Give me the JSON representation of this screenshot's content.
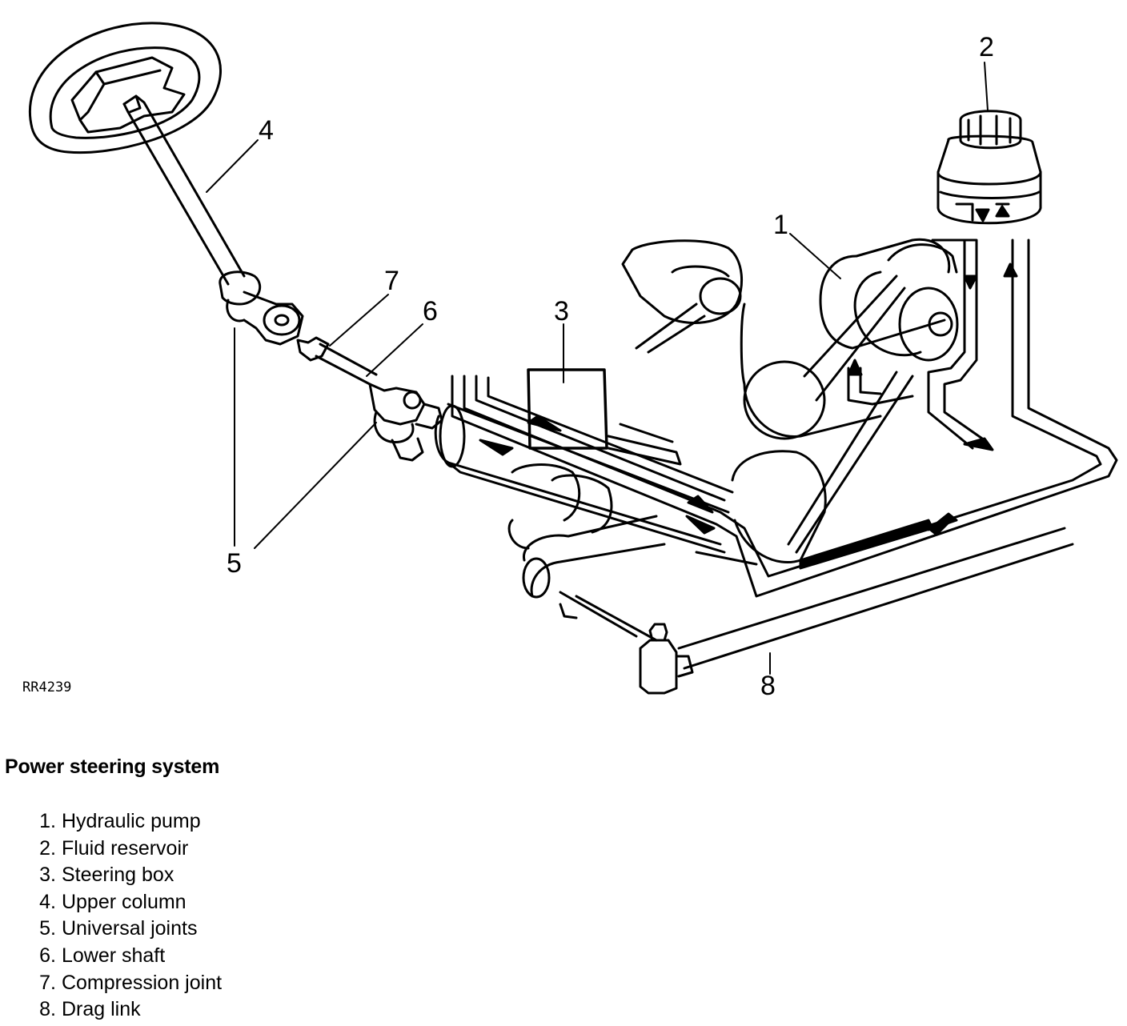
{
  "figure_code": "RR4239",
  "caption_title": "Power steering system",
  "callouts": [
    "1",
    "2",
    "3",
    "4",
    "5",
    "6",
    "7",
    "8"
  ],
  "legend": [
    {
      "num": "1.",
      "label": "Hydraulic pump"
    },
    {
      "num": "2.",
      "label": "Fluid reservoir"
    },
    {
      "num": "3.",
      "label": "Steering box"
    },
    {
      "num": "4.",
      "label": "Upper column"
    },
    {
      "num": "5.",
      "label": "Universal joints"
    },
    {
      "num": "6.",
      "label": "Lower shaft"
    },
    {
      "num": "7.",
      "label": "Compression joint"
    },
    {
      "num": "8.",
      "label": "Drag link"
    }
  ],
  "colors": {
    "line": "#000000",
    "background": "#ffffff"
  }
}
